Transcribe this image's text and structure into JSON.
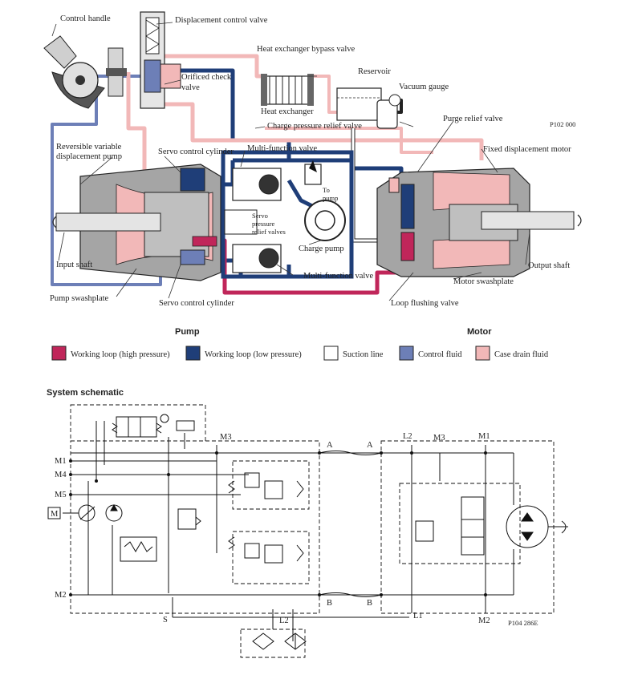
{
  "colors": {
    "working_high": "#c0265a",
    "working_low": "#1f3e78",
    "suction": "#ffffff",
    "control": "#6d7fb7",
    "case_drain": "#f2b8b8",
    "body_gray": "#9a9a9a"
  },
  "callouts": {
    "control_handle": "Control handle",
    "displacement_control_valve": "Displacement control valve",
    "heat_exchanger_bypass_valve": "Heat exchanger bypass valve",
    "reservoir": "Reservoir",
    "orificed_check_valve_1": "Orificed check",
    "orificed_check_valve_2": "valve",
    "vacuum_gauge": "Vacuum gauge",
    "heat_exchanger": "Heat exchanger",
    "charge_pressure_relief_valve": "Charge pressure relief valve",
    "purge_relief_valve": "Purge relief valve",
    "code_top": "P102 000",
    "reversible_pump_1": "Reversible variable",
    "reversible_pump_2": "displacement pump",
    "servo_control_cylinder_top": "Servo control cylinder",
    "multi_function_valve_top": "Multi-function valve",
    "fixed_displacement_motor": "Fixed displacement motor",
    "to_pump_1": "To",
    "to_pump_2": "pump",
    "servo_pressure_1": "Servo",
    "servo_pressure_2": "pressure",
    "servo_pressure_3": "relief valves",
    "input_shaft": "Input shaft",
    "charge_pump": "Charge pump",
    "output_shaft": "Output shaft",
    "multi_function_valve_bottom": "Multi-function valve",
    "motor_swashplate": "Motor swashplate",
    "pump_swashplate": "Pump swashplate",
    "servo_control_cylinder_bottom": "Servo control cylinder",
    "loop_flushing_valve": "Loop flushing valve"
  },
  "section_labels": {
    "pump": "Pump",
    "motor": "Motor"
  },
  "legend": [
    {
      "label": "Working loop (high pressure)",
      "color": "#c0265a"
    },
    {
      "label": "Working loop (low pressure)",
      "color": "#1f3e78"
    },
    {
      "label": "Suction line",
      "color": "#ffffff"
    },
    {
      "label": "Control fluid",
      "color": "#6d7fb7"
    },
    {
      "label": "Case drain fluid",
      "color": "#f2b8b8"
    }
  ],
  "schematic": {
    "title": "System schematic",
    "ports": {
      "M1": "M1",
      "M4": "M4",
      "M5": "M5",
      "M2": "M2",
      "M3": "M3",
      "A_left": "A",
      "A_right": "A",
      "B_left": "B",
      "B_right": "B",
      "L2_top": "L2",
      "M3_right": "M3",
      "M1_right": "M1",
      "S": "S",
      "L2_bottom": "L2",
      "L1": "L1",
      "M2_right": "M2",
      "M_shaft": "M"
    },
    "code": "P104 286E"
  }
}
